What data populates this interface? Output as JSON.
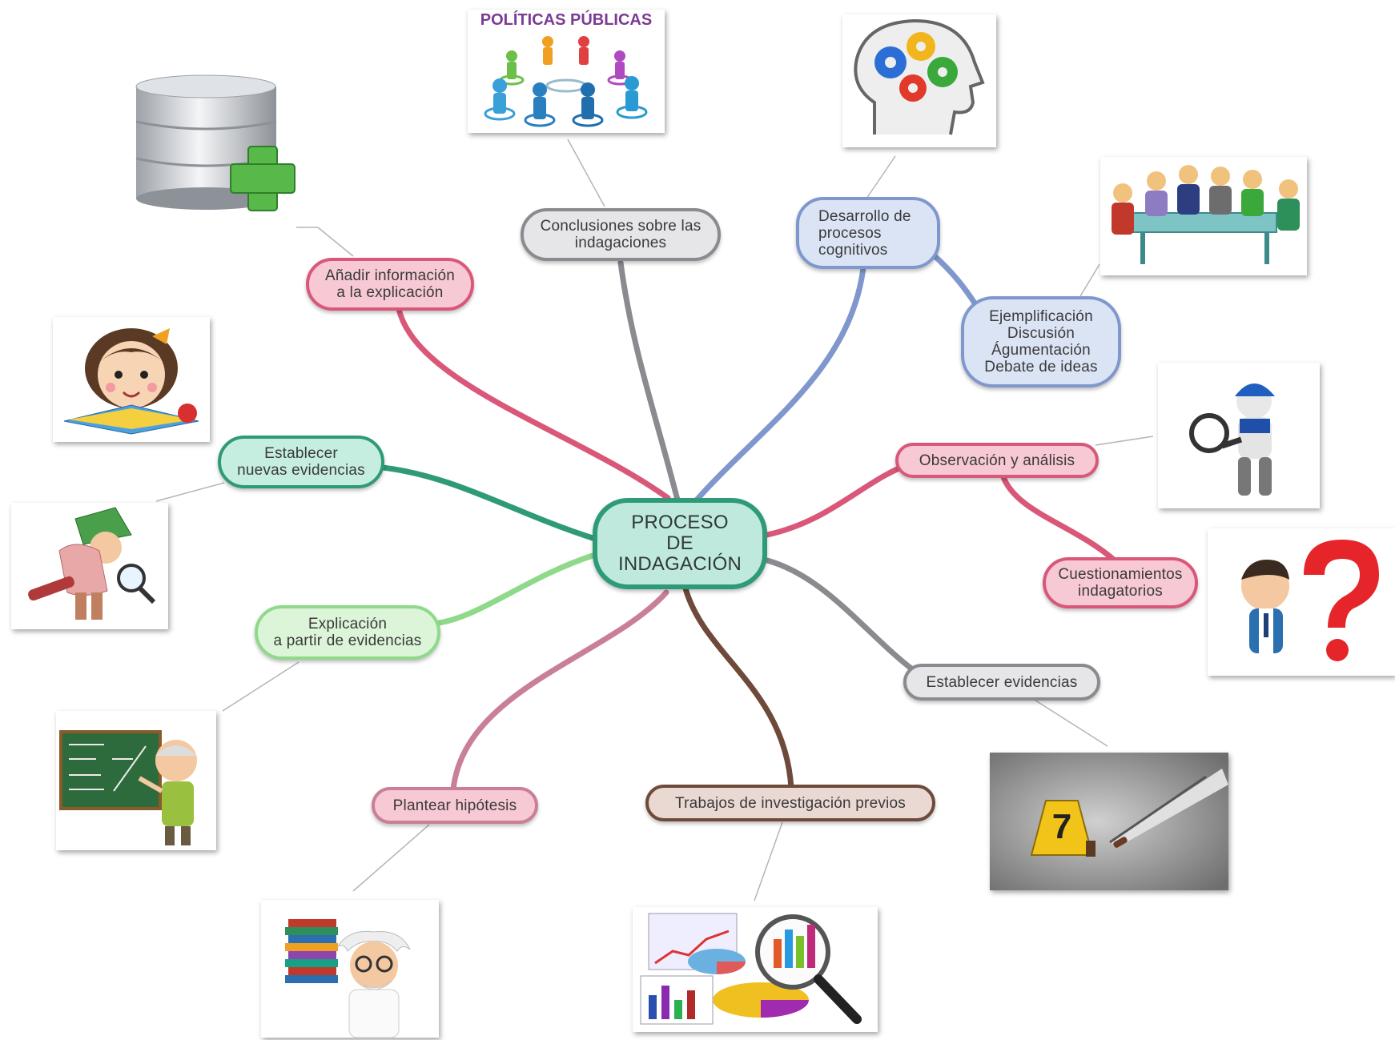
{
  "center": {
    "label": "PROCESO\nDE\nINDAGACIÓN"
  },
  "branches": [
    {
      "id": "conclusiones",
      "label": "Conclusiones sobre las\nindagaciones",
      "color": "#8a8a8f"
    },
    {
      "id": "desarrollo",
      "label": "Desarrollo de\nprocesos\ncognitivos",
      "color": "#7f97cc"
    },
    {
      "id": "ejemplificacion",
      "label": "Ejemplificación\nDiscusión\nÁgumentación\nDebate de ideas",
      "color": "#7f97cc"
    },
    {
      "id": "observacion",
      "label": "Observación y análisis",
      "color": "#d9587a"
    },
    {
      "id": "cuestionamientos",
      "label": "Cuestionamientos\nindagatorios",
      "color": "#d9587a"
    },
    {
      "id": "establecer-evidencias",
      "label": "Establecer evidencias",
      "color": "#8a8a8f"
    },
    {
      "id": "trabajos",
      "label": "Trabajos de investigación previos",
      "color": "#6e4a3a"
    },
    {
      "id": "hipotesis",
      "label": "Plantear hipótesis",
      "color": "#c98096"
    },
    {
      "id": "explicacion",
      "label": "Explicación\na partir de evidencias",
      "color": "#8fd98a"
    },
    {
      "id": "nuevas-evidencias",
      "label": "Establecer\nnuevas evidencias",
      "color": "#2f9a78"
    },
    {
      "id": "anadir",
      "label": "Añadir información\na la explicación",
      "color": "#d9587a"
    }
  ],
  "images": {
    "politicas_title": "POLÍTICAS PÚBLICAS",
    "evidence_marker": "7"
  },
  "colors": {
    "center_fill": "#bfe9dc",
    "center_border": "#2f9a78",
    "pink_fill": "#f7c9d4",
    "pink_border": "#d9587a",
    "blue_fill": "#dbe4f5",
    "blue_border": "#7f97cc",
    "gray_fill": "#e6e6e8",
    "gray_border": "#8a8a8f",
    "brown_fill": "#ead9d2",
    "brown_border": "#6e4a3a",
    "green_fill": "#dcf5d8",
    "green_border": "#8fd98a",
    "teal_fill": "#c5eee0",
    "teal_border": "#2f9a78"
  }
}
